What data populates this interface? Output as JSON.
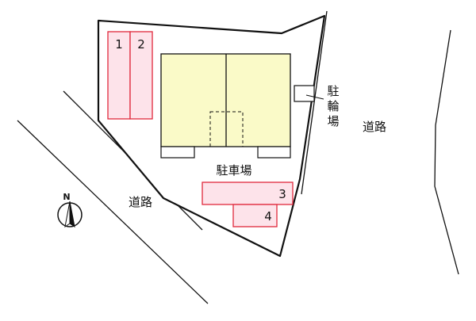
{
  "labels": {
    "road_left": "道路",
    "road_right": "道路",
    "parking_area": "駐車場",
    "bicycle_parking": [
      "駐",
      "輪",
      "場"
    ],
    "north": "N"
  },
  "parking_spaces": [
    "1",
    "2",
    "3",
    "4"
  ],
  "colors": {
    "building_fill": "#fafac8",
    "parking_fill": "#fde3ea",
    "parking_stroke": "#e0283c",
    "lot_stroke": "#111111",
    "lot_fill": "#ffffff"
  }
}
